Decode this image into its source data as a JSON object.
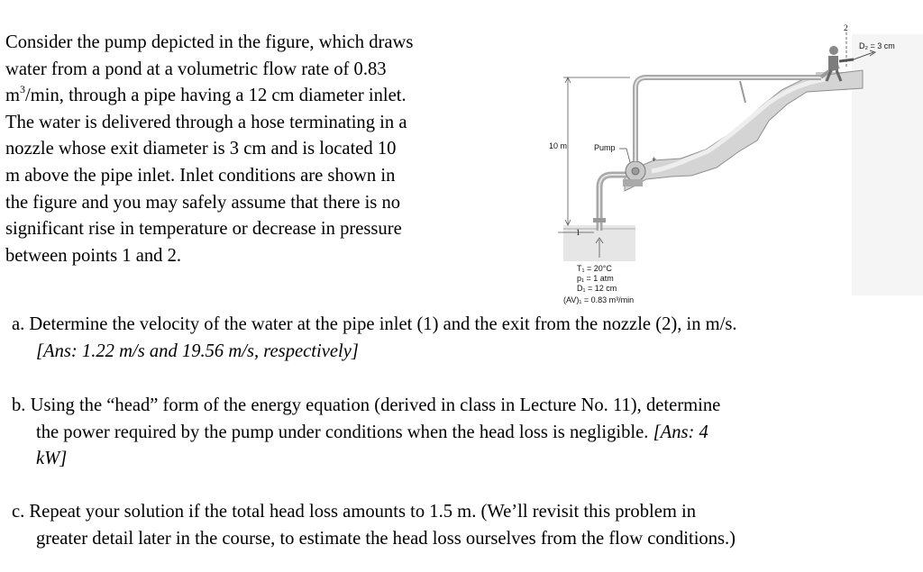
{
  "intro": {
    "l1": "Consider the pump depicted in the figure, which draws",
    "l2": "water from a pond at a volumetric flow rate of 0.83",
    "l3_unit": "m",
    "l3_sup": "3",
    "l3_rest": "/min, through a pipe having a 12 cm diameter inlet.",
    "l4": "The water is delivered through a hose terminating in a",
    "l5": "nozzle whose exit diameter is 3 cm and is located 10",
    "l6": "m above the pipe inlet.  Inlet conditions are shown in",
    "l7": "the figure and you may safely assume that there is no",
    "l8": "significant rise in temperature or decrease in pressure",
    "l9": "between points 1 and 2."
  },
  "figure": {
    "height_label": "10 m",
    "pump_label": "Pump",
    "point2_label": "2",
    "point1_label": "1",
    "d2_label": "D₂ = 3 cm",
    "t1": "T₁ = 20°C",
    "p1": "p₁ = 1 atm",
    "d1": "D₁ = 12 cm",
    "av1": "(AV)₁ = 0.83 m³/min"
  },
  "questions": {
    "a_text": "a. Determine the velocity of the water at the pipe inlet (1) and the exit from the nozzle (2), in m/s.",
    "a_ans": "[Ans:  1.22 m/s and 19.56 m/s, respectively]",
    "b_line1": "b. Using the “head” form of the energy equation (derived in class in Lecture No. 11), determine",
    "b_line2": "the power required by the pump under conditions when the head loss is negligible.  ",
    "b_ans_start": "[Ans:  4",
    "b_ans_end": "kW]",
    "c_line1": "c. Repeat your solution if the total head loss amounts to 1.5 m.  (We’ll revisit this problem in",
    "c_line2": "greater detail later in the course, to estimate the head loss ourselves from the flow conditions.)"
  },
  "colors": {
    "text": "#000000",
    "pipe": "#b9b9b9",
    "rock": "#d2d2d2",
    "water": "#e4e4e4"
  }
}
